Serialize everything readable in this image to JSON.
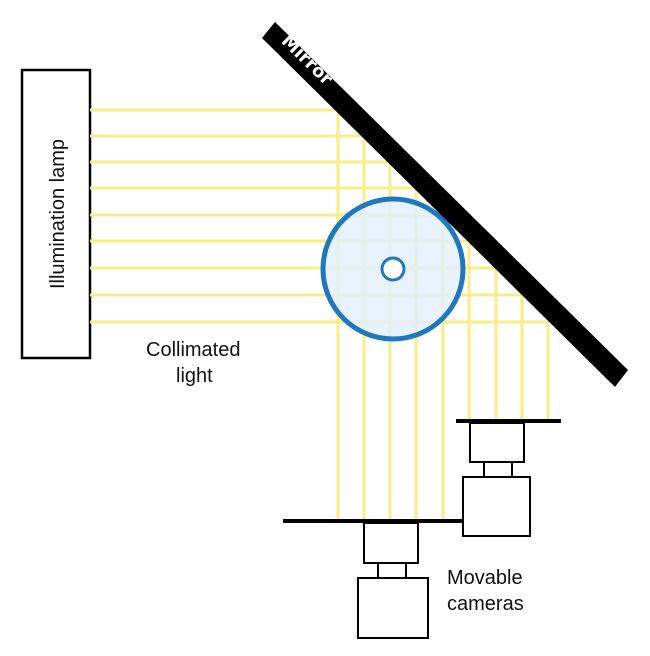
{
  "labels": {
    "lamp": "Illumination lamp",
    "collimated_line1": "Collimated",
    "collimated_line2": "light",
    "mirror": "Mirror",
    "cameras_line1": "Movable",
    "cameras_line2": "cameras"
  },
  "colors": {
    "beam": "#f7ec86",
    "mirror": "#000000",
    "sample_outline": "#1f77c0",
    "sample_fill": "#e3f0fb",
    "outline": "#000000",
    "background": "#ffffff"
  }
}
